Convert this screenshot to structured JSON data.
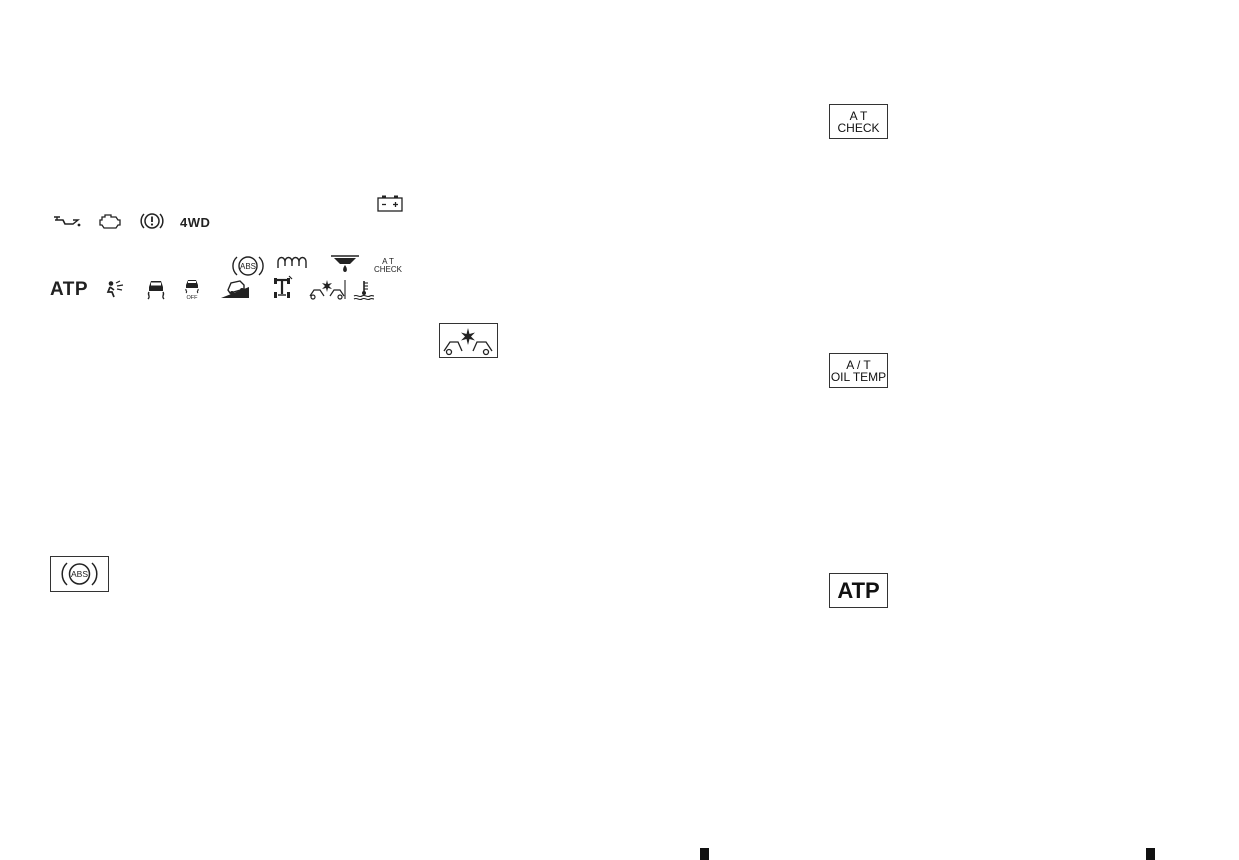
{
  "top_row": {
    "four_wd_label": "4WD"
  },
  "bottom_row": {
    "atp_label": "ATP",
    "at_check_line1": "A T",
    "at_check_line2": "CHECK",
    "off_label": "OFF"
  },
  "abs_badge": "ABS",
  "right_column": {
    "at_check_line1": "A T",
    "at_check_line2": "CHECK",
    "oil_temp_line1": "A / T",
    "oil_temp_line2": "OIL TEMP",
    "atp_label": "ATP"
  },
  "icons": [
    "oil-pressure-icon",
    "engine-icon",
    "brake-warning-icon",
    "battery-icon",
    "abs-icon",
    "glow-plug-icon",
    "water-in-fuel-icon",
    "airbag-icon",
    "slip-indicator-icon",
    "slip-off-icon",
    "hill-descent-icon",
    "diff-lock-icon",
    "collision-warning-icon",
    "coolant-temperature-icon"
  ]
}
